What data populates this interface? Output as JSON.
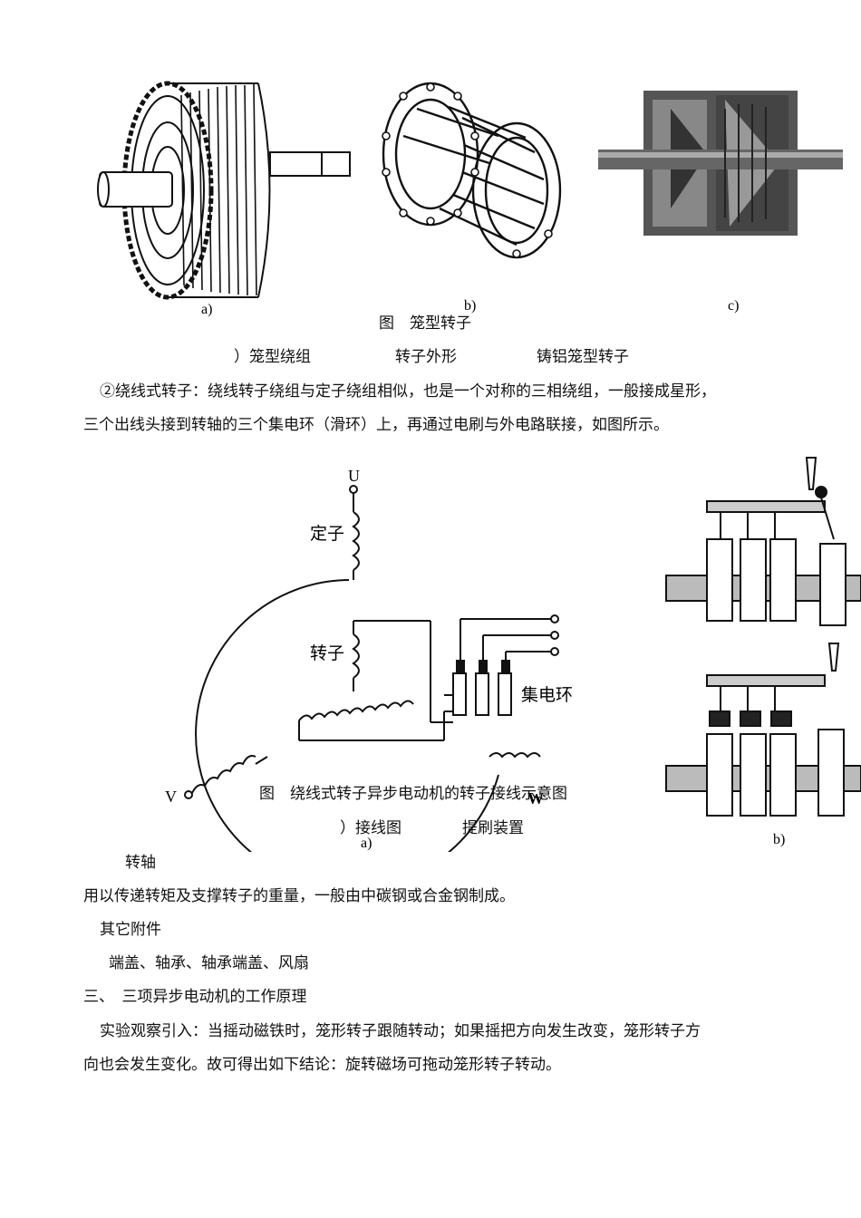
{
  "figure1": {
    "sublabel_a": "a)",
    "sublabel_b": "b)",
    "sublabel_c": "c)",
    "caption": "图　笼型转子",
    "subcaptions": [
      "）笼型绕组",
      "转子外形",
      "铸铝笼型转子"
    ]
  },
  "paragraph_wound": {
    "line1": "②绕线式转子：绕线转子绕组与定子绕组相似，也是一个对称的三相绕组，一般接成星形，",
    "line2": "三个出线头接到转轴的三个集电环（滑环）上，再通过电刷与外电路联接，如图所示。"
  },
  "figure2": {
    "label_U": "U",
    "label_V": "V",
    "label_W": "W",
    "label_stator": "定子",
    "label_rotor": "转子",
    "label_slipring": "集电环",
    "sublabel_a": "a)",
    "sublabel_b": "b)",
    "caption": "图　绕线式转子异步电动机的转子接线示意图",
    "subcaptions": [
      "）接线图",
      "提刷装置"
    ]
  },
  "body": {
    "shaft_heading": "转轴",
    "shaft_text": "用以传递转矩及支撑转子的重量，一般由中碳钢或合金钢制成。",
    "accessories_heading": "其它附件",
    "accessories_text": "端盖、轴承、轴承端盖、风扇",
    "section3_heading": "三、　三项异步电动机的工作原理",
    "exp_line1": "实验观察引入：当摇动磁铁时，笼形转子跟随转动；如果摇把方向发生改变，笼形转子方",
    "exp_line2": "向也会发生变化。故可得出如下结论：旋转磁场可拖动笼形转子转动。"
  }
}
